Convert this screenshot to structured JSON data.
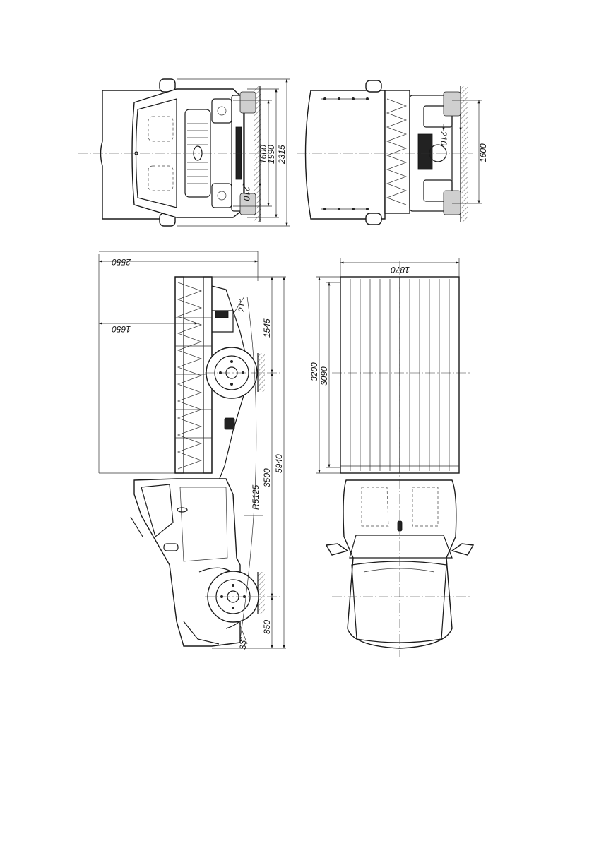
{
  "views": {
    "front": {
      "dims": {
        "d1600": "1600",
        "d1990": "1990",
        "d2315": "2315",
        "d210": "210"
      }
    },
    "rear": {
      "dims": {
        "d1600": "1600",
        "d210": "210"
      }
    },
    "side": {
      "dims": {
        "d2550": "2550",
        "d1650": "1650",
        "d1545": "1545",
        "d3500": "3500",
        "d5940": "5940",
        "d850": "850",
        "r5125": "R5125",
        "a21": "21°",
        "a33": "33°"
      }
    },
    "top": {
      "dims": {
        "d1870": "1870",
        "d3200": "3200",
        "d3090": "3090"
      }
    }
  }
}
